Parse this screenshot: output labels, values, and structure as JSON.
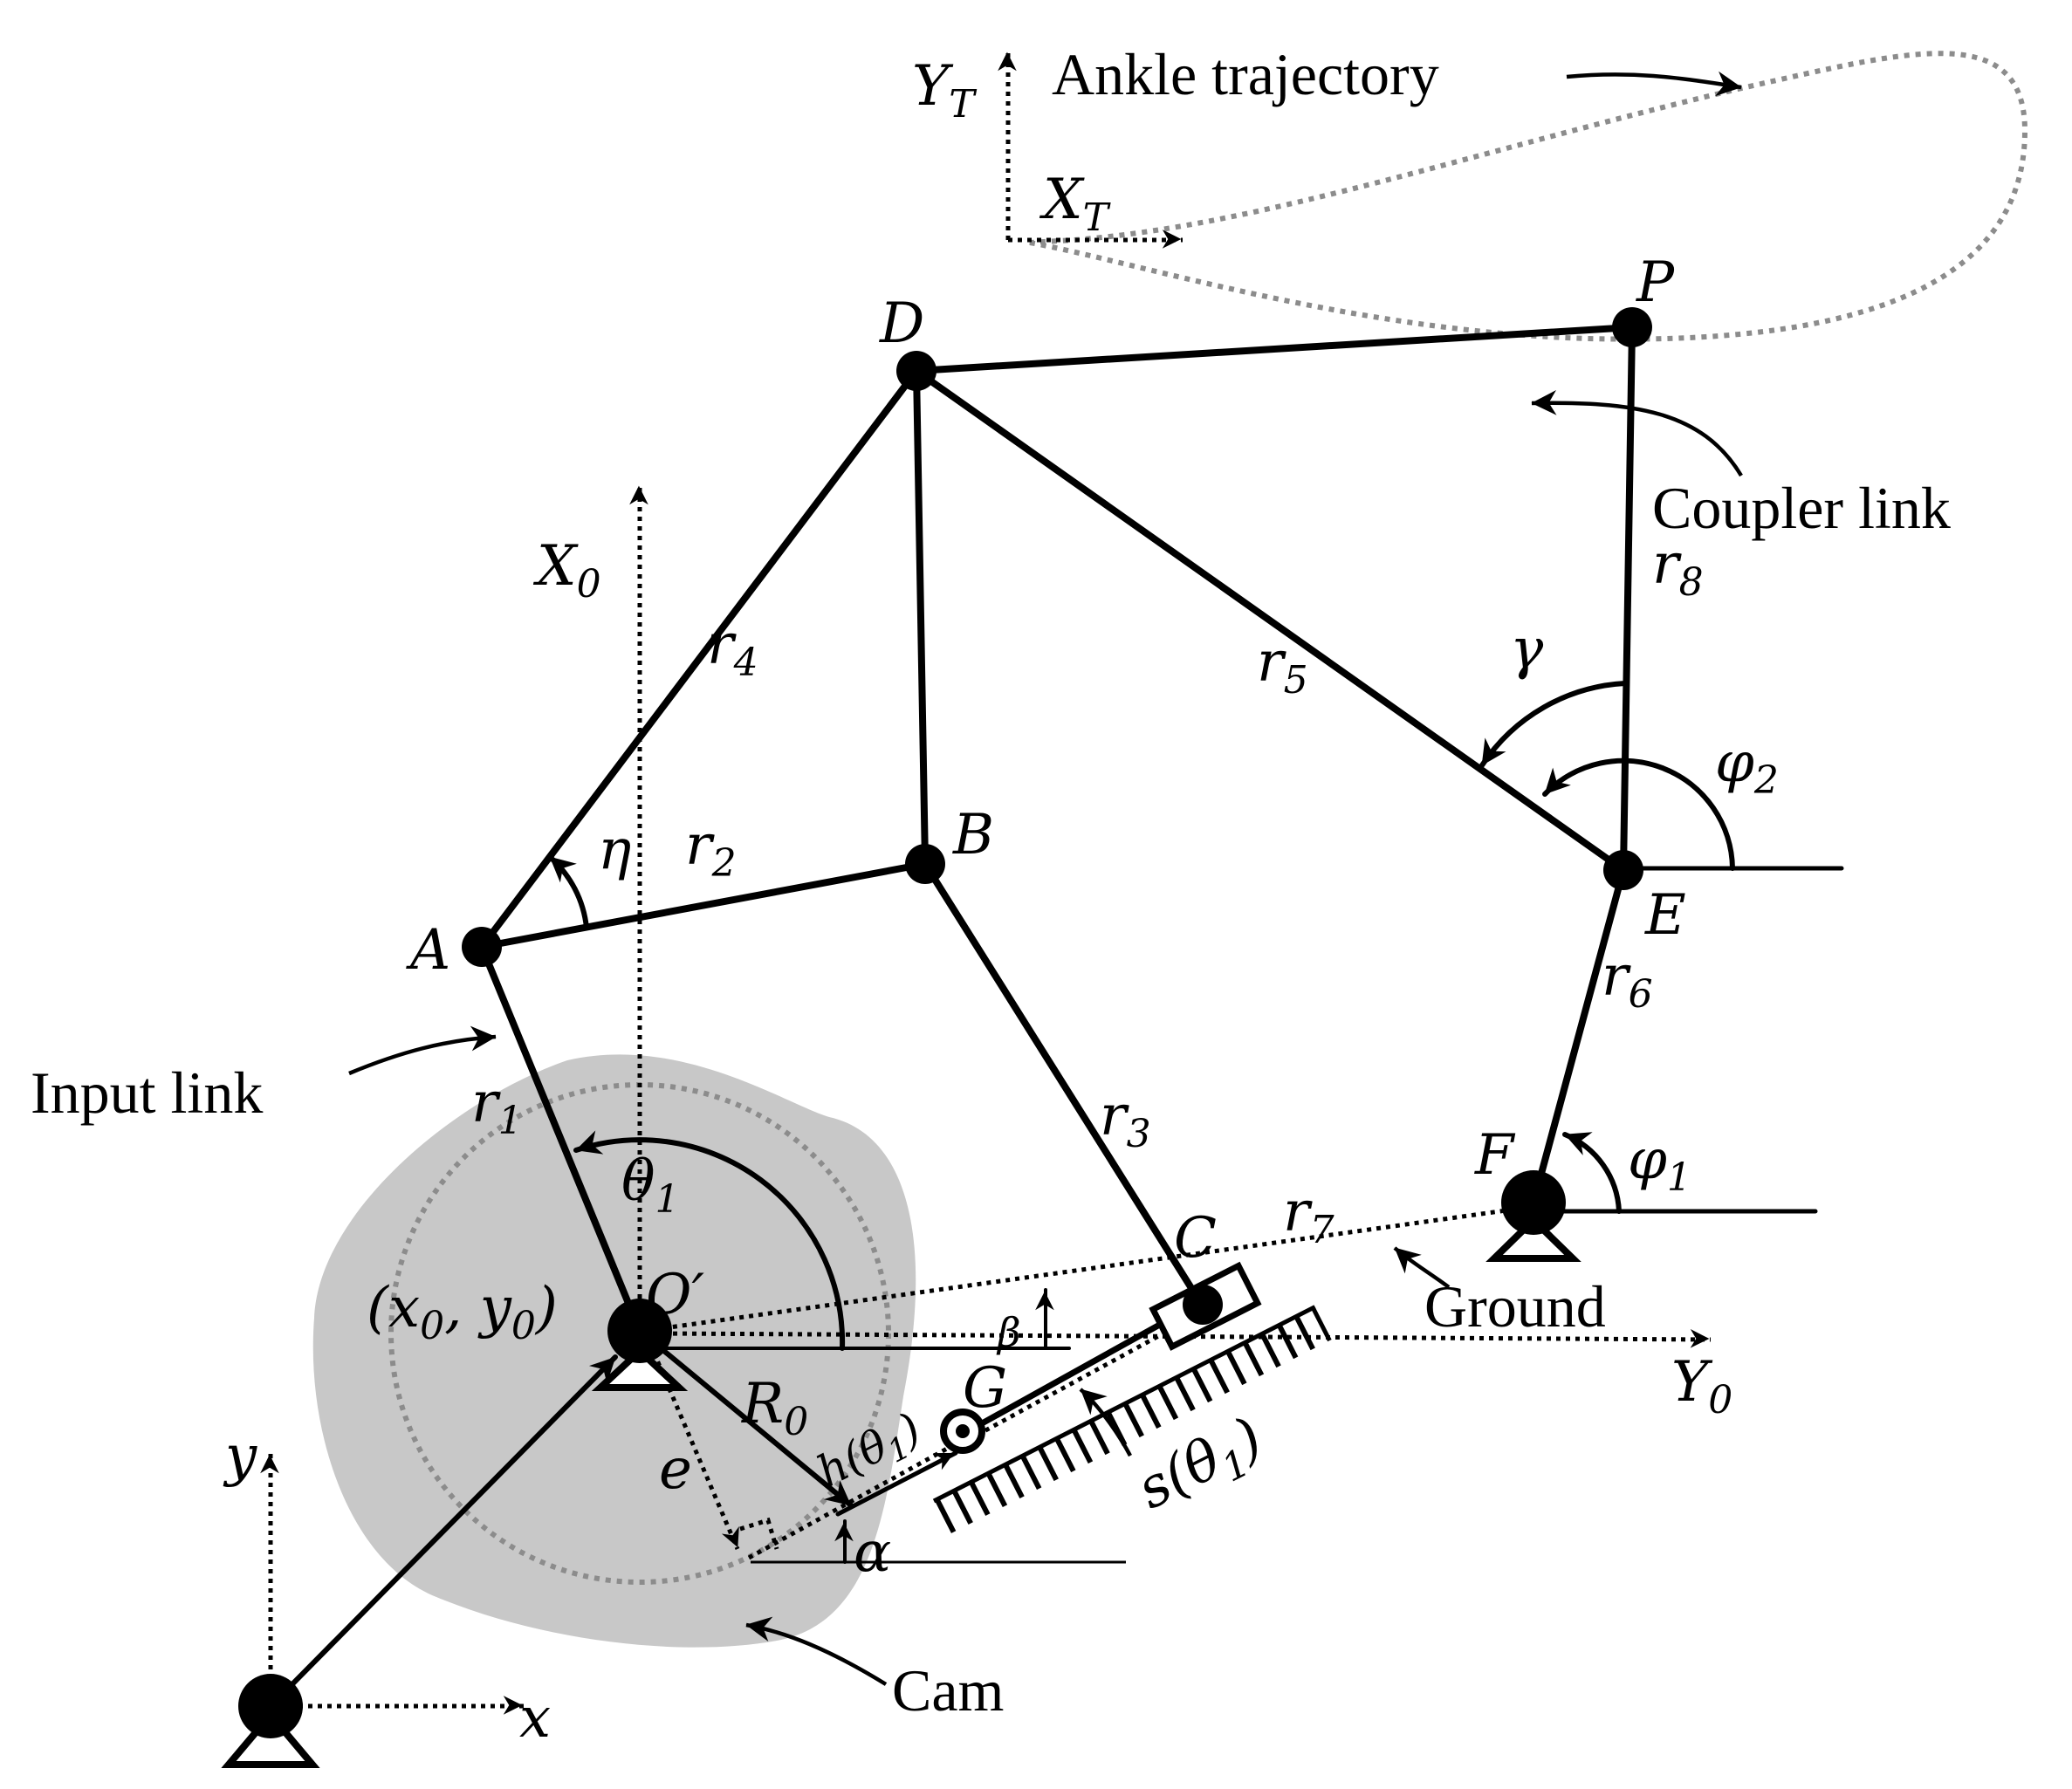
{
  "points": {
    "A": "A",
    "B": "B",
    "C": "C",
    "D": "D",
    "E": "E",
    "F": "F",
    "G": "G",
    "P": "P",
    "O_prime": "O′"
  },
  "links": {
    "r1": {
      "base": "r",
      "sub": "1"
    },
    "r2": {
      "base": "r",
      "sub": "2"
    },
    "r3": {
      "base": "r",
      "sub": "3"
    },
    "r4": {
      "base": "r",
      "sub": "4"
    },
    "r5": {
      "base": "r",
      "sub": "5"
    },
    "r6": {
      "base": "r",
      "sub": "6"
    },
    "r7": {
      "base": "r",
      "sub": "7"
    },
    "r8": {
      "base": "r",
      "sub": "8"
    }
  },
  "angles": {
    "eta": "η",
    "gamma": "γ",
    "phi1": {
      "base": "φ",
      "sub": "1"
    },
    "phi2": {
      "base": "φ",
      "sub": "2"
    },
    "theta1": {
      "base": "θ",
      "sub": "1"
    },
    "beta": "β",
    "alpha": "α"
  },
  "axes": {
    "x": "x",
    "y": "y",
    "X0": {
      "base": "X",
      "sub": "0"
    },
    "Y0": {
      "base": "Y",
      "sub": "0"
    },
    "XT": {
      "base": "X",
      "sub": "T"
    },
    "YT": {
      "base": "Y",
      "sub": "T"
    }
  },
  "symbols": {
    "origin_coords": "(x",
    "origin_coords_sub0": "0",
    "origin_coords_mid": ", y",
    "origin_coords_sub1": "0",
    "origin_coords_end": ")",
    "R0": {
      "base": "R",
      "sub": "0"
    },
    "e": "e",
    "h_func": "h(θ",
    "h_func_sub": "1",
    "h_func_end": ")",
    "s_func": "s(θ",
    "s_func_sub": "1",
    "s_func_end": ")"
  },
  "annotations": {
    "ankle_trajectory": "Ankle trajectory",
    "coupler_link": "Coupler link",
    "input_link": "Input link",
    "ground": "Ground",
    "cam": "Cam"
  },
  "colors": {
    "line": "#000000",
    "cam_fill": "#c8c8c8",
    "trajectory": "#8c8c8c"
  }
}
